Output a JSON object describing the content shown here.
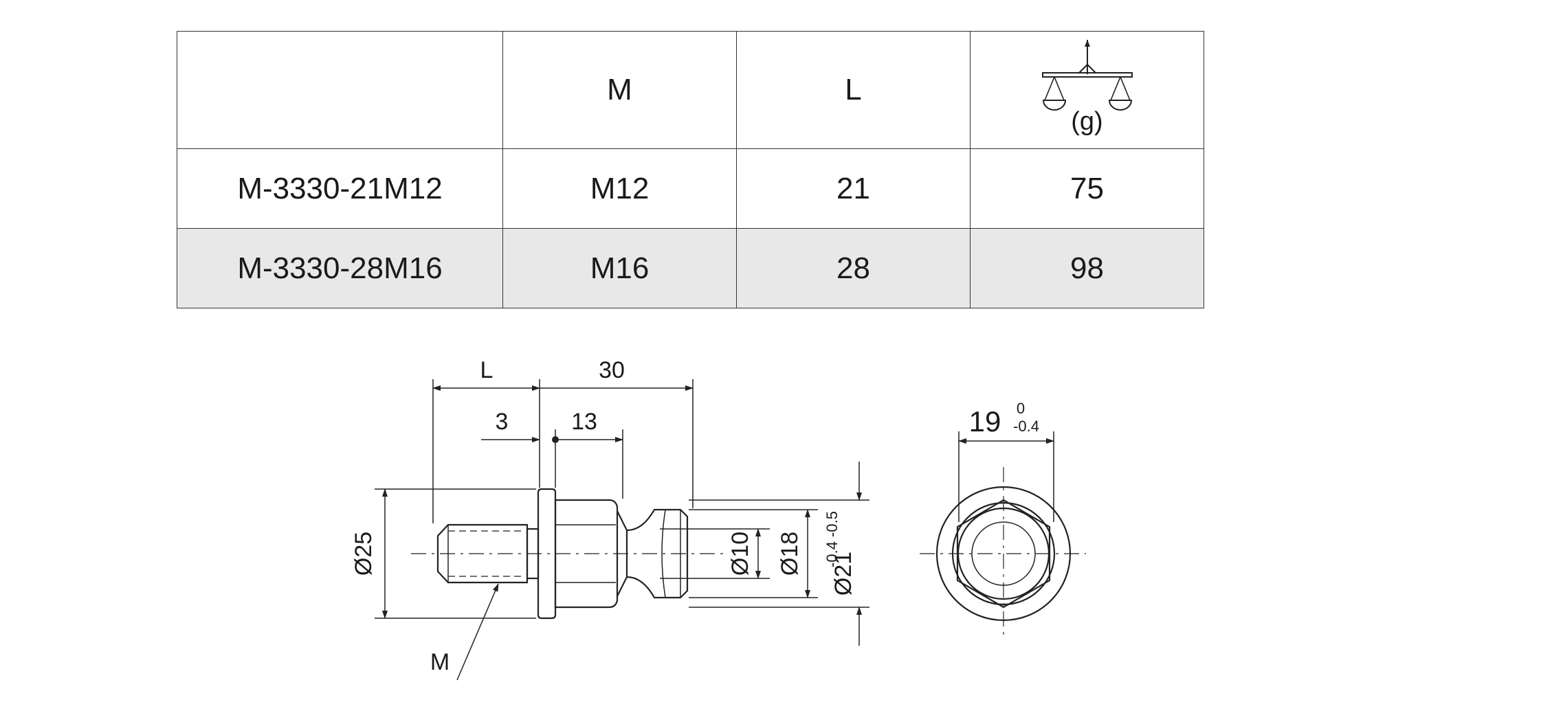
{
  "table": {
    "headers": [
      "",
      "M",
      "L"
    ],
    "weight_icon": "balance-scale-icon",
    "weight_unit": "(g)",
    "rows": [
      [
        "M-3330-21M12",
        "M12",
        "21",
        "75"
      ],
      [
        "M-3330-28M16",
        "M16",
        "28",
        "98"
      ]
    ]
  },
  "drawing": {
    "dim_L": "L",
    "dim_30": "30",
    "dim_3": "3",
    "dim_13": "13",
    "dim_d25": "Ø25",
    "dim_d10": "Ø10",
    "dim_d18": "Ø18",
    "dim_d21": "Ø21",
    "tol_d21": "-0.4 -0.5",
    "thread_label": "M",
    "dim_19": "19",
    "tol_19_upper": "0",
    "tol_19_lower": "-0.4"
  }
}
